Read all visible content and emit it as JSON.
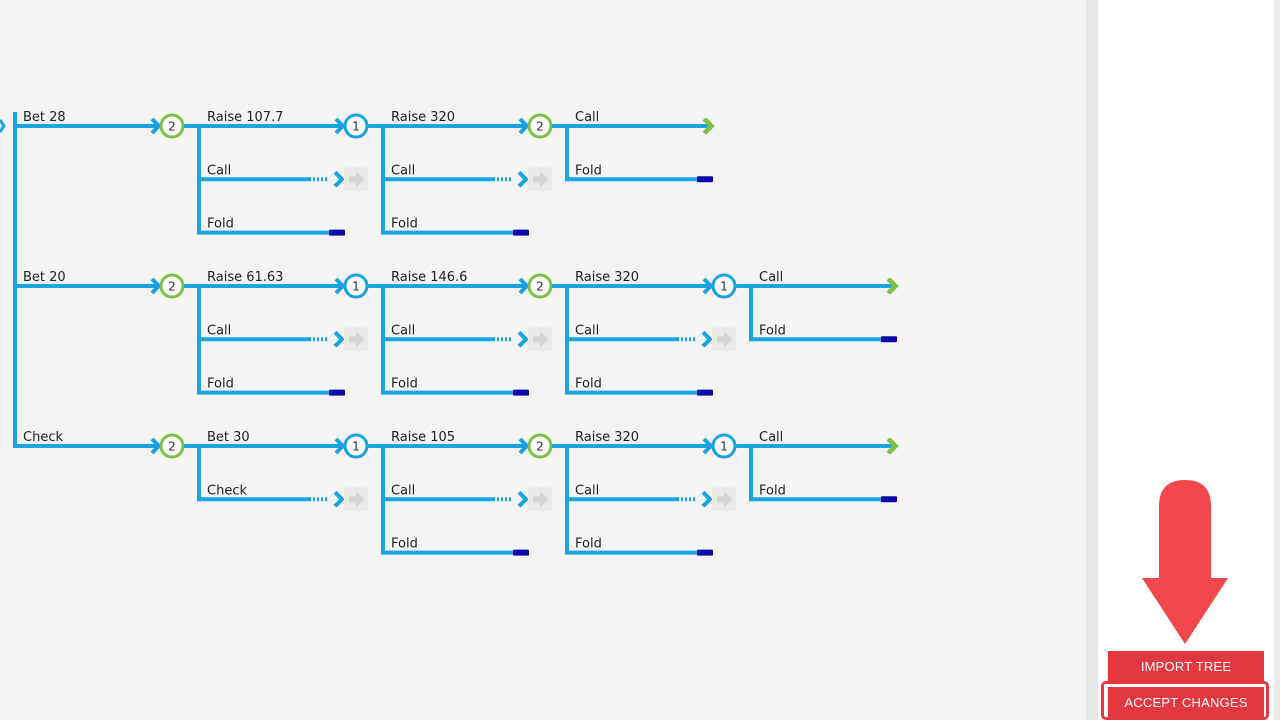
{
  "colors": {
    "line": "#1aa4e2",
    "player1_ring": "#1aa4e2",
    "player2_ring": "#7cc143",
    "terminal_green": "#7cc143",
    "fold_marker": "#0a0aa8",
    "pending_arrow": "#d6d6d6",
    "button_red": "#e3383f",
    "callout_arrow": "#f2474b"
  },
  "tree": {
    "root_actions": [
      {
        "label": "Bet 28",
        "node": "2",
        "children": [
          {
            "label": "Raise 107.7",
            "node": "1",
            "children": [
              {
                "label": "Raise 320",
                "node": "2",
                "children": [
                  {
                    "label": "Call",
                    "end": "green"
                  },
                  {
                    "label": "Fold",
                    "end": "fold"
                  }
                ]
              },
              {
                "label": "Call",
                "end": "pending"
              },
              {
                "label": "Fold",
                "end": "fold"
              }
            ]
          },
          {
            "label": "Call",
            "end": "pending"
          },
          {
            "label": "Fold",
            "end": "fold"
          }
        ]
      },
      {
        "label": "Bet 20",
        "node": "2",
        "children": [
          {
            "label": "Raise 61.63",
            "node": "1",
            "children": [
              {
                "label": "Raise 146.6",
                "node": "2",
                "children": [
                  {
                    "label": "Raise 320",
                    "node": "1",
                    "children": [
                      {
                        "label": "Call",
                        "end": "green"
                      },
                      {
                        "label": "Fold",
                        "end": "fold"
                      }
                    ]
                  },
                  {
                    "label": "Call",
                    "end": "pending"
                  },
                  {
                    "label": "Fold",
                    "end": "fold"
                  }
                ]
              },
              {
                "label": "Call",
                "end": "pending"
              },
              {
                "label": "Fold",
                "end": "fold"
              }
            ]
          },
          {
            "label": "Call",
            "end": "pending"
          },
          {
            "label": "Fold",
            "end": "fold"
          }
        ]
      },
      {
        "label": "Check",
        "node": "2",
        "children": [
          {
            "label": "Bet 30",
            "node": "1",
            "children": [
              {
                "label": "Raise 105",
                "node": "2",
                "children": [
                  {
                    "label": "Raise 320",
                    "node": "1",
                    "children": [
                      {
                        "label": "Call",
                        "end": "green"
                      },
                      {
                        "label": "Fold",
                        "end": "fold"
                      }
                    ]
                  },
                  {
                    "label": "Call",
                    "end": "pending"
                  },
                  {
                    "label": "Fold",
                    "end": "fold"
                  }
                ]
              },
              {
                "label": "Call",
                "end": "pending"
              },
              {
                "label": "Fold",
                "end": "fold"
              }
            ]
          },
          {
            "label": "Check",
            "end": "pending"
          }
        ]
      }
    ]
  },
  "sidebar": {
    "import_label": "IMPORT TREE",
    "accept_label": "ACCEPT CHANGES",
    "callout_icon": "down-arrow-icon"
  }
}
